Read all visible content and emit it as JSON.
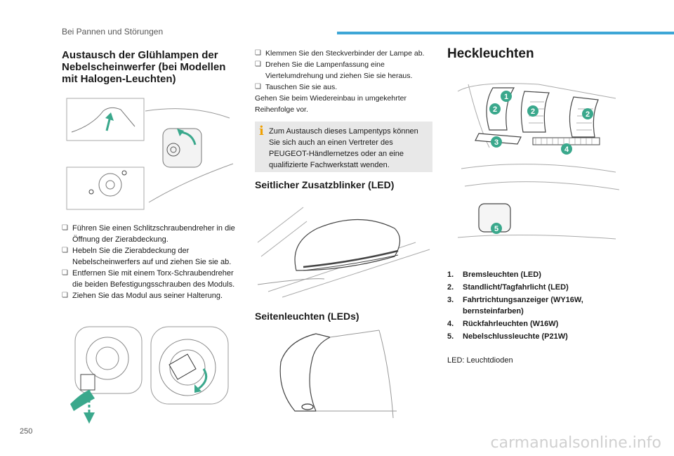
{
  "header": {
    "title": "Bei Pannen und Störungen",
    "accent": "#3da6d6"
  },
  "page_number": "250",
  "watermark": "carmanualsonline.info",
  "bullet_glyph": "",
  "fog_section": {
    "title": "Austausch der Glühlampen der Nebelscheinwerfer (bei Modellen mit Halogen-Leuchten)",
    "steps": [
      "Führen Sie einen Schlitzschraubendreher in die Öffnung der Zierabdeckung.",
      "Hebeln Sie die Zierabdeckung der Nebelscheinwerfers auf und ziehen Sie sie ab.",
      "Entfernen Sie mit einem Torx-Schraubendreher die beiden Befestigungsschrauben des Moduls.",
      "Ziehen Sie das Modul aus seiner Halterung."
    ],
    "steps_continued": [
      "Klemmen Sie den Steckverbinder der Lampe ab.",
      "Drehen Sie die Lampenfassung eine Viertelumdrehung und ziehen Sie sie heraus.",
      "Tauschen Sie sie aus."
    ],
    "reassembly": "Gehen Sie beim Wiedereinbau in umgekehrter Reihenfolge vor."
  },
  "info_box": {
    "icon": "i",
    "text": "Zum Austausch dieses Lampentyps können Sie sich auch an einen Vertreter des PEUGEOT-Händlernetzes oder an eine qualifizierte Fachwerkstatt wenden."
  },
  "side_repeater": {
    "title": "Seitlicher Zusatzblinker (LED)"
  },
  "side_lights": {
    "title": "Seitenleuchten (LEDs)"
  },
  "rear_lights": {
    "title": "Heckleuchten",
    "callouts": [
      "1",
      "2",
      "2",
      "2",
      "3",
      "4",
      "5"
    ],
    "legend": [
      {
        "num": "1.",
        "text": "Bremsleuchten (LED)"
      },
      {
        "num": "2.",
        "text": "Standlicht/Tagfahrlicht (LED)"
      },
      {
        "num": "3.",
        "text": "Fahrtrichtungsanzeiger (WY16W, bernsteinfarben)"
      },
      {
        "num": "4.",
        "text": "Rückfahrleuchten (W16W)"
      },
      {
        "num": "5.",
        "text": "Nebelschlussleuchte (P21W)"
      }
    ],
    "note": "LED: Leuchtdioden"
  },
  "colors": {
    "arrow": "#3aa88c",
    "callout": "#3aa88c",
    "line": "#888888"
  }
}
